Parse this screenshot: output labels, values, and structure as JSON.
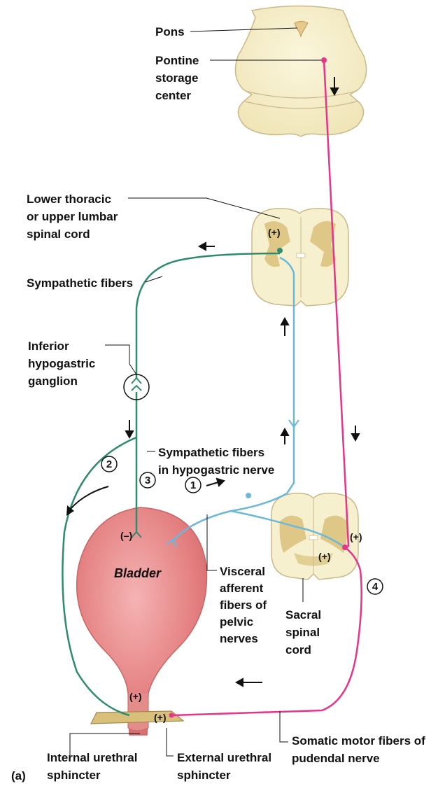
{
  "figure_label": "(a)",
  "labels": {
    "pons": "Pons",
    "pontine_1": "Pontine",
    "pontine_2": "storage",
    "pontine_3": "center",
    "thoracic_1": "Lower thoracic",
    "thoracic_2": "or upper lumbar",
    "thoracic_3": "spinal cord",
    "sympathetic_fibers": "Sympathetic fibers",
    "ganglion_1": "Inferior",
    "ganglion_2": "hypogastric",
    "ganglion_3": "ganglion",
    "hypogastric_1": "Sympathetic fibers",
    "hypogastric_2": "in hypogastric nerve",
    "bladder": "Bladder",
    "visceral_1": "Visceral",
    "visceral_2": "afferent",
    "visceral_3": "fibers of",
    "visceral_4": "pelvic",
    "visceral_5": "nerves",
    "sacral_1": "Sacral",
    "sacral_2": "spinal",
    "sacral_3": "cord",
    "somatic_1": "Somatic motor fibers of",
    "somatic_2": "pudendal nerve",
    "internal_1": "Internal urethral",
    "internal_2": "sphincter",
    "external_1": "External urethral",
    "external_2": "sphincter"
  },
  "signs": {
    "thoracic_plus": "(+)",
    "bladder_minus": "(–)",
    "internal_plus": "(+)",
    "external_plus": "(+)",
    "sacral_plus_right": "(+)",
    "sacral_plus_left": "(+)"
  },
  "steps": [
    "1",
    "2",
    "3",
    "4"
  ],
  "colors": {
    "sympathetic": "#2e8b6e",
    "afferent": "#6bb8d8",
    "somatic": "#e8338a",
    "tissue": "#f7f0cf",
    "grey_matter": "#d9c07a",
    "bladder": "#e98f8f"
  }
}
